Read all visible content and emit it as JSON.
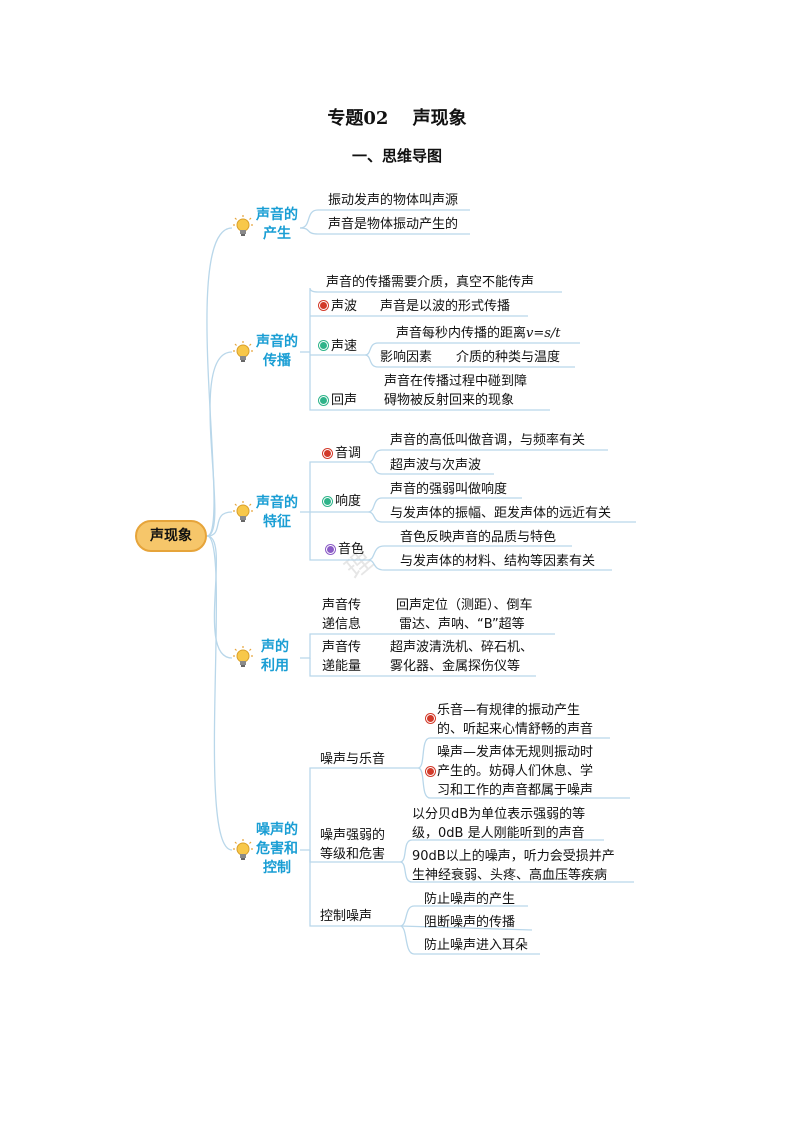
{
  "title": "专题02　 声现象",
  "subtitle": "一、思维导图",
  "watermark": "理",
  "root": "声现象",
  "branches": {
    "production": {
      "label_1": "声音的",
      "label_2": "产生",
      "item_1": "振动发声的物体叫声源",
      "item_2": "声音是物体振动产生的"
    },
    "propagation": {
      "label_1": "声音的",
      "label_2": "传播",
      "medium": "声音的传播需要介质，真空不能传声",
      "wave_label": "声波",
      "wave_text": "声音是以波的形式传播",
      "speed_label": "声速",
      "speed_def": "声音每秒内传播的距离",
      "speed_formula": "v=s/t",
      "factor_label": "影响因素",
      "factor_text": "介质的种类与温度",
      "echo_label": "回声",
      "echo_1": "声音在传播过程中碰到障",
      "echo_2": "碍物被反射回来的现象"
    },
    "features": {
      "label_1": "声音的",
      "label_2": "特征",
      "pitch_label": "音调",
      "pitch_1": "声音的高低叫做音调，与频率有关",
      "pitch_2": "超声波与次声波",
      "loudness_label": "响度",
      "loudness_1": "声音的强弱叫做响度",
      "loudness_2": "与发声体的振幅、距发声体的远近有关",
      "timbre_label": "音色",
      "timbre_1": "音色反映声音的品质与特色",
      "timbre_2": "与发声体的材料、结构等因素有关"
    },
    "uses": {
      "label_1": "声的",
      "label_2": "利用",
      "info_label_1": "声音传",
      "info_label_2": "递信息",
      "info_1": "回声定位（测距）、倒车",
      "info_2": "雷达、声呐、“B”超等",
      "energy_label_1": "声音传",
      "energy_label_2": "递能量",
      "energy_1": "超声波清洗机、碎石机、",
      "energy_2": "雾化器、金属探伤仪等"
    },
    "noise": {
      "label_1": "噪声的",
      "label_2": "危害和",
      "label_3": "控制",
      "music_label": "噪声与乐音",
      "music_1": "乐音—有规律的振动产生",
      "music_2": "的、听起来心情舒畅的声音",
      "noise_1": "噪声—发声体无规则振动时",
      "noise_2": "产生的。妨碍人们休息、学",
      "noise_3": "习和工作的声音都属于噪声",
      "level_label_1": "噪声强弱的",
      "level_label_2": "等级和危害",
      "level_1": "以分贝dB为单位表示强弱的等",
      "level_2": "级，0dB 是人刚能听到的声音",
      "level_3": "90dB以上的噪声，听力会受损并产",
      "level_4": "生神经衰弱、头疼、高血压等疾病",
      "control_label": "控制噪声",
      "control_1": "防止噪声的产生",
      "control_2": "阻断噪声的传播",
      "control_3": "防止噪声进入耳朵"
    }
  },
  "colors": {
    "branch_text": "#1a9ed4",
    "line": "#b9d7ea",
    "root_fill": "#f6c66a",
    "root_border": "#e6a43a"
  }
}
